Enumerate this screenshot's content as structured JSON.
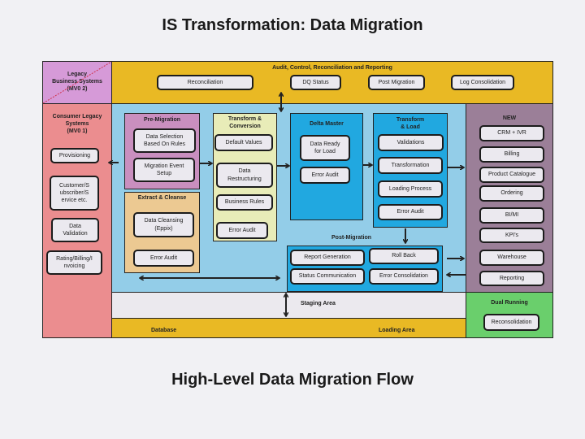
{
  "title": "IS Transformation: Data Migration",
  "subtitle": "High-Level Data Migration Flow",
  "legacy_business": {
    "label": "Legacy\nBusiness Systems\n(MV0 2)"
  },
  "audit": {
    "label": "Audit, Control, Reconciliation and Reporting",
    "items": [
      "Reconciliation",
      "DQ Status",
      "Post Migration",
      "Log Consolidation"
    ]
  },
  "consumer": {
    "label": "Consumer Legacy\nSystems\n(MV0 1)",
    "items": [
      "Provisioning",
      "Customer/S\nubscriber/S\nervice etc.",
      "Data\nValidation",
      "Rating/Billing/I\nnvoicing"
    ]
  },
  "pre_migration": {
    "label": "Pre-Migration",
    "items": [
      "Data Selection\nBased On Rules",
      "Migration Event\nSetup"
    ]
  },
  "extract": {
    "label": "Extract & Cleanse",
    "items": [
      "Data Cleansing\n(Eppix)",
      "Error Audit"
    ]
  },
  "transform_conversion": {
    "label": "Transform &\nConversion",
    "items": [
      "Default Values",
      "Data\nRestructuring",
      "Business Rules",
      "Error Audit"
    ]
  },
  "delta_master": {
    "label": "Delta Master",
    "items": [
      "Data Ready\nfor Load",
      "Error Audit"
    ]
  },
  "transform_load": {
    "label": "Transform\n& Load",
    "items": [
      "Validations",
      "Transformation",
      "Loading Process",
      "Error Audit"
    ]
  },
  "post_migration": {
    "label": "Post-Migration",
    "items": [
      "Report Generation",
      "Roll Back",
      "Status Communication",
      "Error Consolidation"
    ]
  },
  "new": {
    "label": "NEW",
    "items": [
      "CRM + IVR",
      "Billing",
      "Product Catalogue",
      "Ordering",
      "BI/MI",
      "KPI's",
      "Warehouse",
      "Reporting"
    ]
  },
  "staging": {
    "label": "Staging Area"
  },
  "dual_running": {
    "label": "Dual Running",
    "items": [
      "Reconsolidation"
    ]
  },
  "database": {
    "label": "Database"
  },
  "loading": {
    "label": "Loading Area"
  },
  "colors": {
    "audit": "#e9b924",
    "legacy_business": "#d69ad8",
    "consumer": "#eb8d8f",
    "main": "#93cde8",
    "pre": "#c98fbf",
    "extract": "#ecc992",
    "conversion": "#e8ecb8",
    "delta": "#21a8e0",
    "new": "#9b7f98",
    "staging": "#ebe9ee",
    "dual": "#6acf6c"
  }
}
